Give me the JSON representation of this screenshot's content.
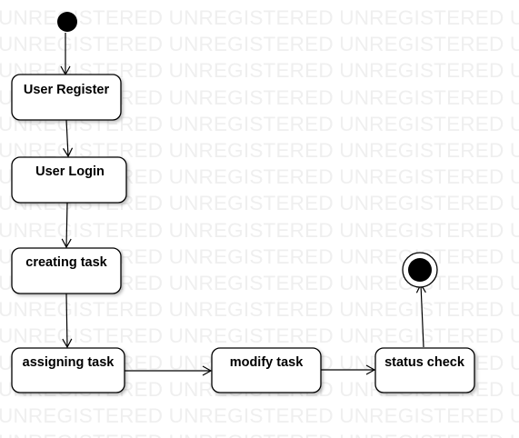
{
  "watermark": {
    "word": "UNREGISTERED",
    "color": "#efefef"
  },
  "diagram": {
    "nodes": [
      {
        "id": "user-register",
        "label": "User Register"
      },
      {
        "id": "user-login",
        "label": "User Login"
      },
      {
        "id": "creating-task",
        "label": "creating task"
      },
      {
        "id": "assigning-task",
        "label": "assigning task"
      },
      {
        "id": "modify-task",
        "label": "modify task"
      },
      {
        "id": "status-check",
        "label": "status check"
      }
    ],
    "edges": [
      {
        "from": "initial",
        "to": "user-register"
      },
      {
        "from": "user-register",
        "to": "user-login"
      },
      {
        "from": "user-login",
        "to": "creating-task"
      },
      {
        "from": "creating-task",
        "to": "assigning-task"
      },
      {
        "from": "assigning-task",
        "to": "modify-task"
      },
      {
        "from": "modify-task",
        "to": "status-check"
      },
      {
        "from": "status-check",
        "to": "final"
      }
    ],
    "stroke_color": "#000000",
    "fill_color": "#ffffff"
  }
}
